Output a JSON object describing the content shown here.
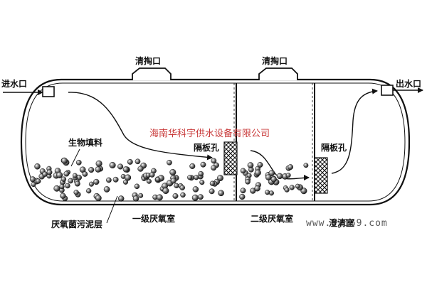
{
  "labels": {
    "inlet": "进水口",
    "outlet": "出水口",
    "cleanout_1": "清掏口",
    "cleanout_2": "清掏口",
    "bio_filler": "生物填料",
    "baffle_hole_1": "隔板孔",
    "baffle_hole_2": "隔板孔",
    "sludge_layer": "厌氧菌污泥层",
    "chamber_1": "一级厌氧室",
    "chamber_2": "二级厌氧室",
    "chamber_3": "澄清室"
  },
  "watermark": {
    "company": "海南华科宇供水设备有限公司",
    "url": "www.sy169.com"
  },
  "colors": {
    "line": "#111111",
    "watermark": "#c83838",
    "media_fill": "#3a3a3a",
    "media_highlight": "#ffffff"
  }
}
